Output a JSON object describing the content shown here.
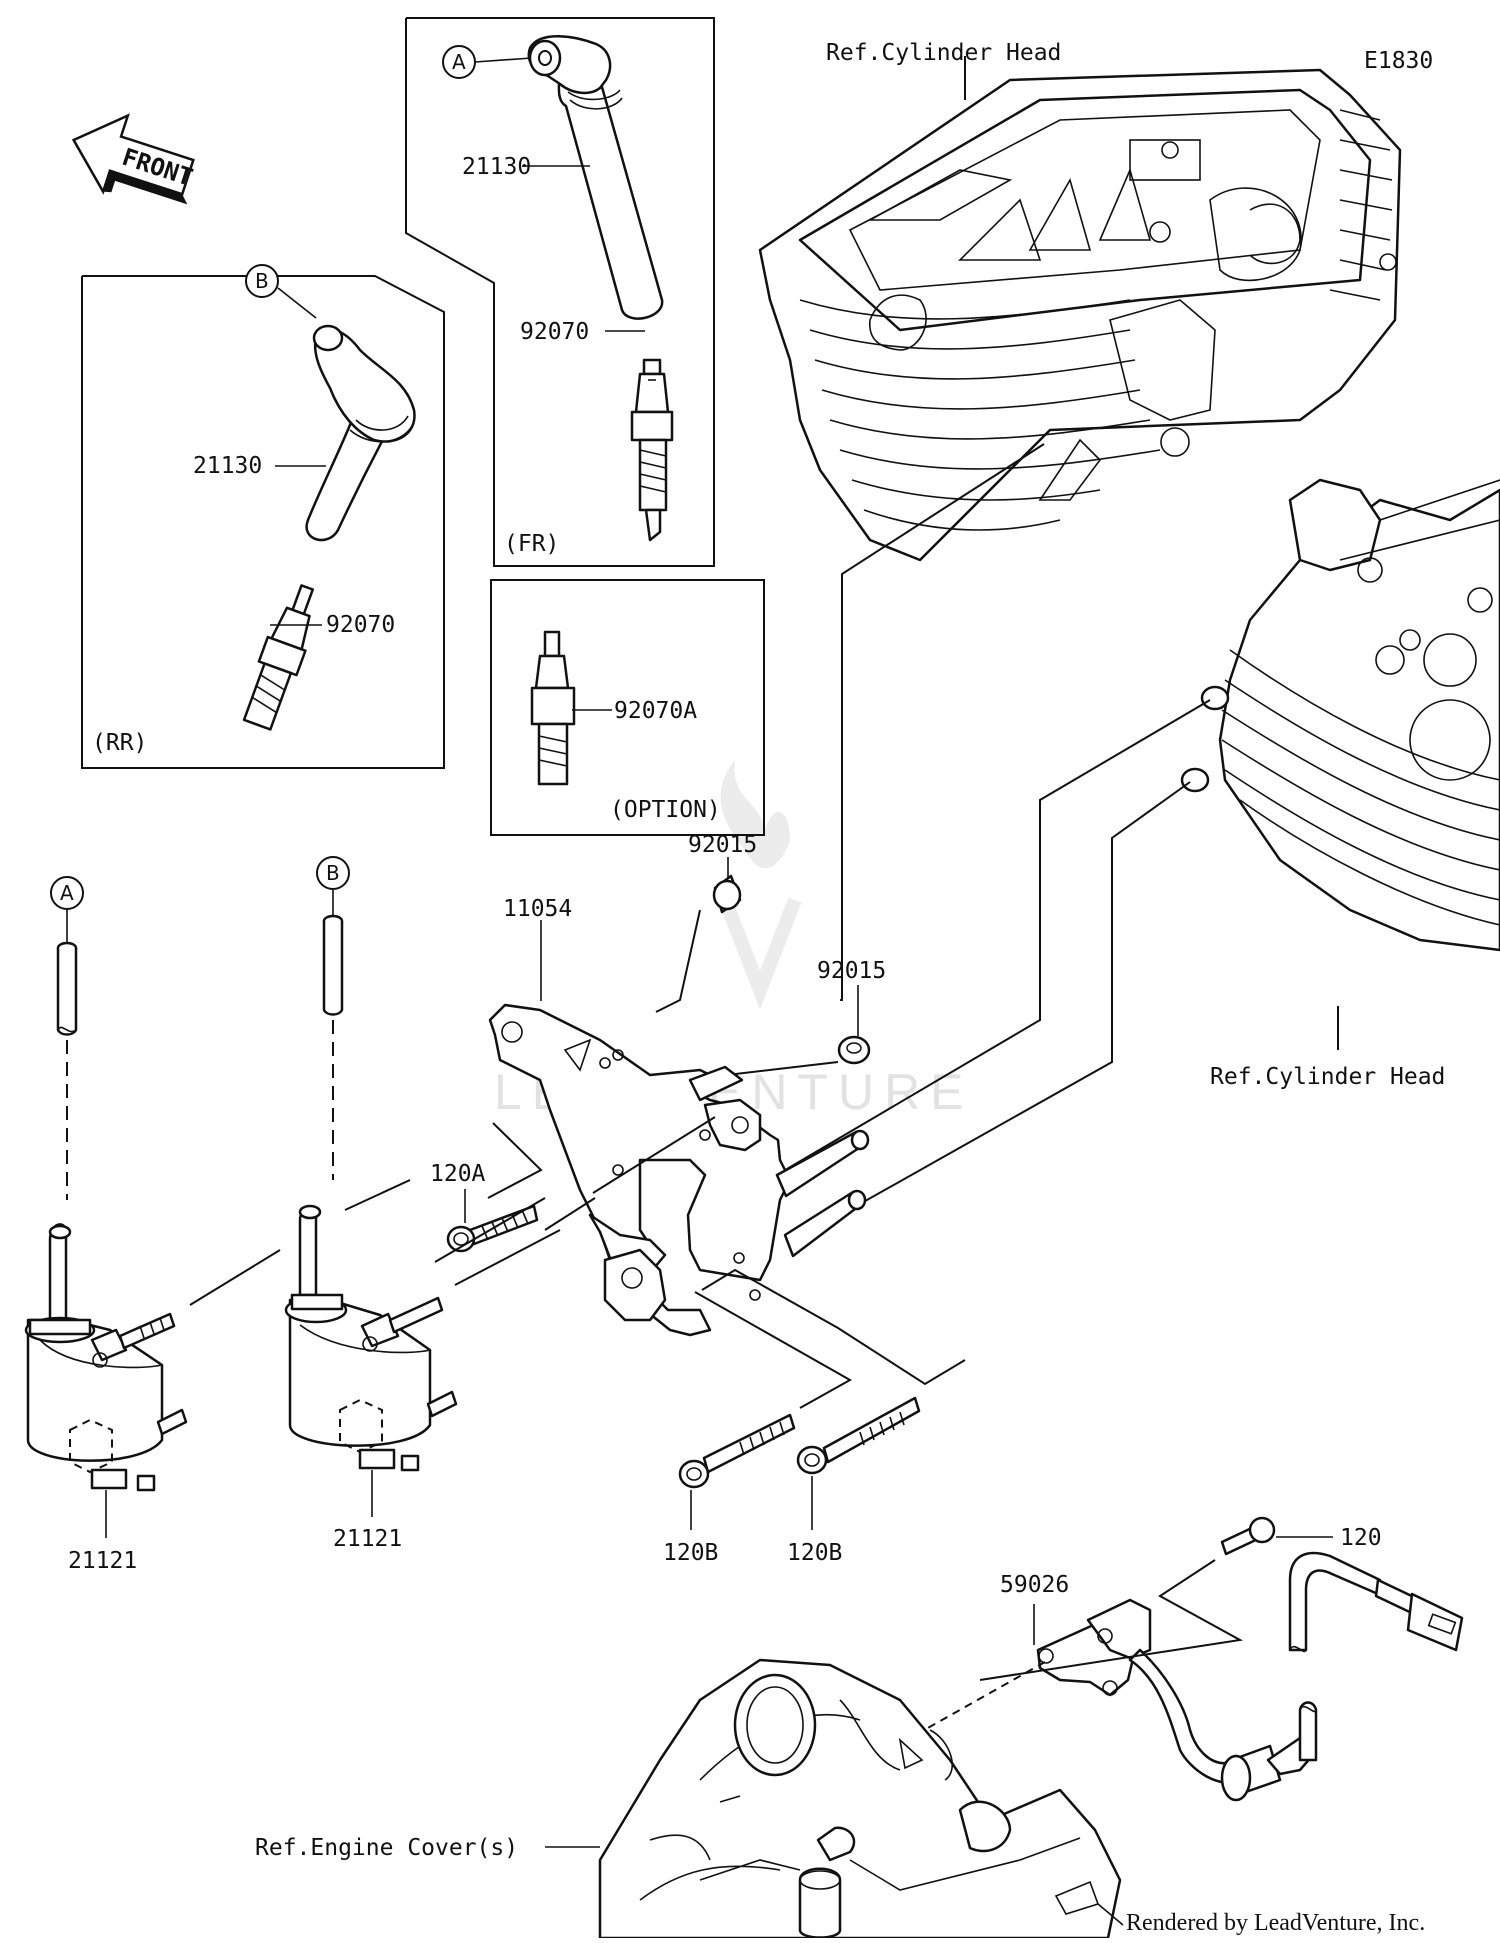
{
  "diagram": {
    "diagram_code": "E1830",
    "front_label": "FRONT",
    "watermark": "LEADVENTURE",
    "footer": "Rendered by LeadVenture, Inc.",
    "refs": {
      "cylinder_head_top": "Ref.Cylinder Head",
      "cylinder_head_right": "Ref.Cylinder Head",
      "engine_cover": "Ref.Engine Cover(s)"
    },
    "boxes": {
      "fr": "(FR)",
      "rr": "(RR)",
      "option": "(OPTION)"
    },
    "connectors": {
      "a_top": "A",
      "b_top": "B",
      "a_bottom": "A",
      "b_bottom": "B"
    },
    "parts": {
      "cap_fr": "21130",
      "plug_fr": "92070",
      "cap_rr": "21130",
      "plug_rr": "92070",
      "plug_option": "92070A",
      "bracket": "11054",
      "grommet_1": "92015",
      "grommet_2": "92015",
      "bolt_120a": "120A",
      "coil_left": "21121",
      "coil_right": "21121",
      "bolt_120b_left": "120B",
      "bolt_120b_right": "120B",
      "bolt_120": "120",
      "sensor": "59026"
    }
  }
}
